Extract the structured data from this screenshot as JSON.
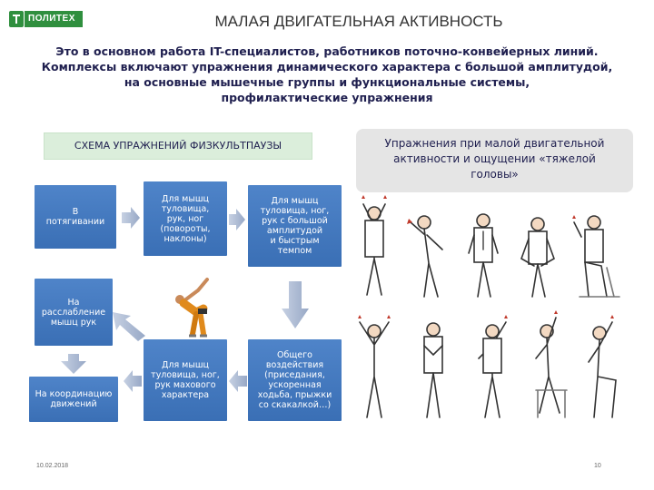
{
  "logo": {
    "text": "ПОЛИТЕХ"
  },
  "title": "МАЛАЯ ДВИГАТЕЛЬНАЯ АКТИВНОСТЬ",
  "intro": [
    "Это в основном работа IT-специалистов,  работников поточно-конвейерных линий.",
    "Комплексы включают упражнения динамического характера с большой амплитудой,",
    "на основные мышечные группы и функциональные системы,",
    "профилактические упражнения"
  ],
  "scheme": {
    "header": "СХЕМА УПРАЖНЕНИЙ ФИЗКУЛЬТПАУЗЫ",
    "boxes": {
      "stretch": [
        "В",
        "потягивании"
      ],
      "trunk1": [
        "Для мышц",
        "туловища,",
        "рук, ног",
        "(повороты,",
        "наклоны)"
      ],
      "trunk2": [
        "Для мышц",
        "туловища, ног,",
        "рук с большой",
        "амплитудой",
        "и быстрым",
        "темпом"
      ],
      "relax": [
        "На",
        "расслабление",
        "мышц рук"
      ],
      "coord": [
        "На координацию",
        "движений"
      ],
      "swing": [
        "Для мышц",
        "туловища, ног,",
        "рук махового",
        "характера"
      ],
      "general": [
        "Общего",
        "воздействия",
        "(приседания,",
        "ускоренная",
        "ходьба, прыжки",
        "со скакалкой…)"
      ]
    }
  },
  "right": {
    "header": [
      "Упражнения при малой двигательной",
      "активности и ощущении «тяжелой",
      "головы»"
    ]
  },
  "colors": {
    "brand": "#2f8f3e",
    "box": "#3a6fb5",
    "arrow": "#a9b6cf",
    "header_green": "#dbeedb"
  },
  "footer": {
    "date": "10.02.2018",
    "page": "10"
  }
}
